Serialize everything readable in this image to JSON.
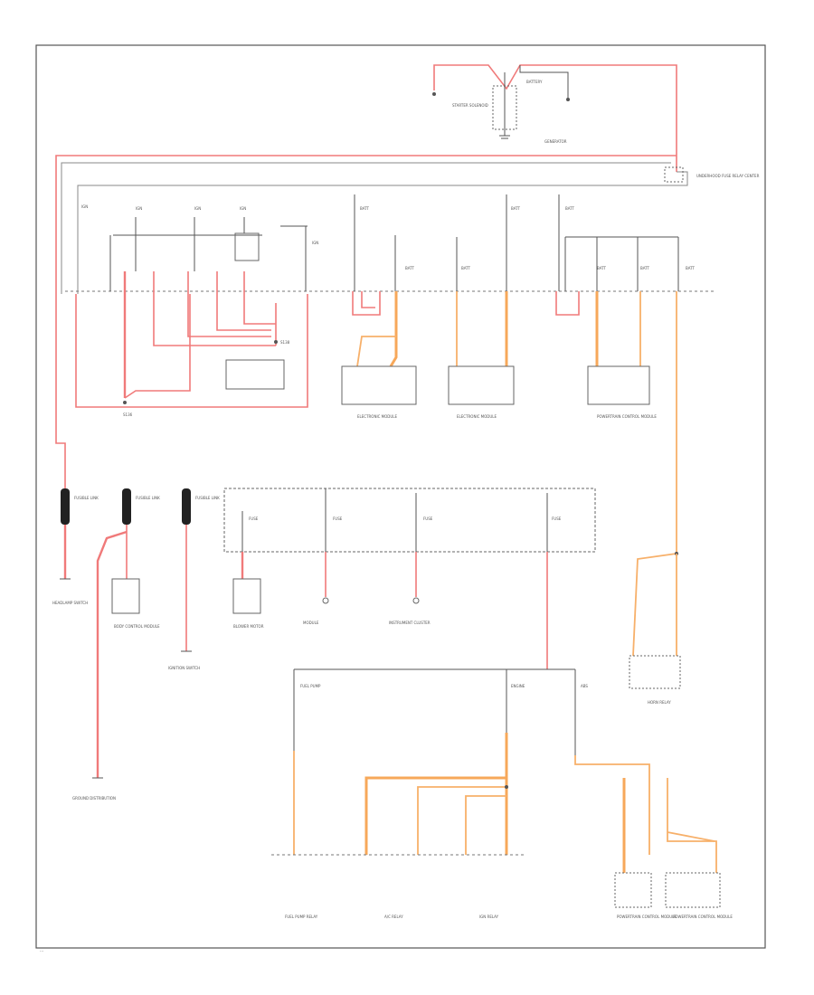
{
  "diagram": {
    "title": "",
    "page_marker": "...",
    "top": {
      "battery_label": "BATTERY",
      "positive_label": "",
      "generator_label": "GENERATOR",
      "starter_label": "STARTER SOLENOID",
      "ground_label": ""
    },
    "underhood_label": "UNDERHOOD FUSE RELAY CENTER",
    "upper_fuses": [
      "IGN",
      "IGN",
      "IGN",
      "IGN",
      "IGN",
      "BATT",
      "BATT",
      "BATT",
      "BATT",
      "BATT",
      "BATT",
      "BATT",
      "BATT"
    ],
    "upper_modules": [
      "ELECTRONIC MODULE",
      "ELECTRONIC MODULE",
      "POWERTRAIN CONTROL MODULE"
    ],
    "splice_labels": [
      "S136",
      "S138"
    ],
    "left_column": [
      "FUSIBLE LINK",
      "FUSIBLE LINK",
      "FUSIBLE LINK"
    ],
    "left_components": [
      "HEADLAMP SWITCH",
      "BODY CONTROL MODULE",
      "IGNITION SWITCH"
    ],
    "mid_fuses": [
      "FUSE",
      "FUSE",
      "FUSE",
      "FUSE"
    ],
    "mid_components": [
      "BLOWER MOTOR",
      "MODULE",
      "INSTRUMENT CLUSTER"
    ],
    "right_relay_label": "HORN RELAY",
    "lower_fuses": [
      "FUEL PUMP",
      "ENGINE",
      "ABS"
    ],
    "lower_components": [
      "FUEL PUMP RELAY",
      "A/C RELAY",
      "IGN RELAY",
      "POWERTRAIN CONTROL MODULE",
      "POWERTRAIN CONTROL MODULE"
    ],
    "bottom_left_label": "GROUND DISTRIBUTION"
  }
}
